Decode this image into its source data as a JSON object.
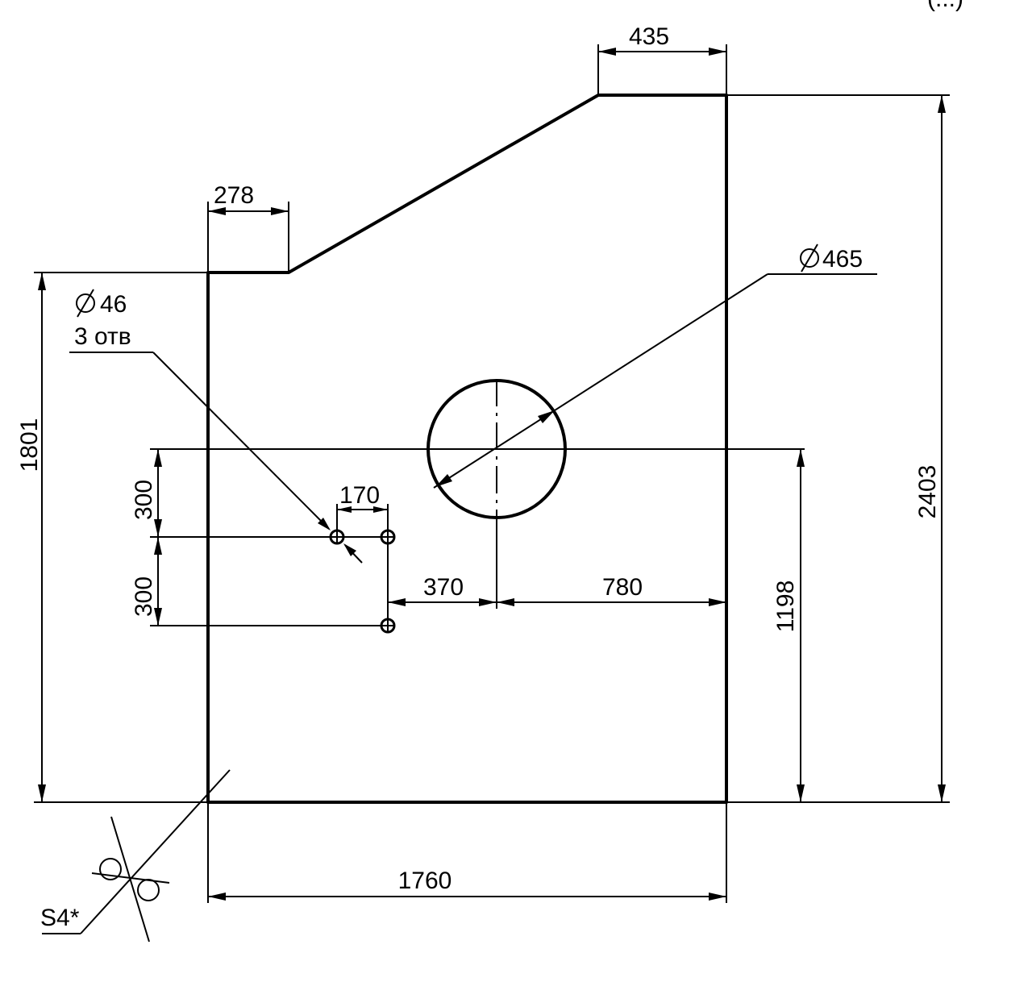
{
  "corner_note": "(...)",
  "dimensions": {
    "top_width": "435",
    "step_width": "278",
    "left_height": "1801",
    "total_height": "2403",
    "circle_to_bottom": "1198",
    "hole_spacing_horizontal": "170",
    "hole_to_circle_center": "370",
    "circle_center_to_right": "780",
    "hole_pitch_upper": "300",
    "hole_pitch_lower": "300",
    "overall_width": "1760"
  },
  "callouts": {
    "large_hole_diameter": "465",
    "small_hole_diameter": "46",
    "small_hole_count": "3 отв",
    "weld_symbol": "S4*"
  },
  "icons": {
    "diameter": "diameter-icon"
  },
  "colors": {
    "line": "#000000",
    "background": "#ffffff"
  }
}
